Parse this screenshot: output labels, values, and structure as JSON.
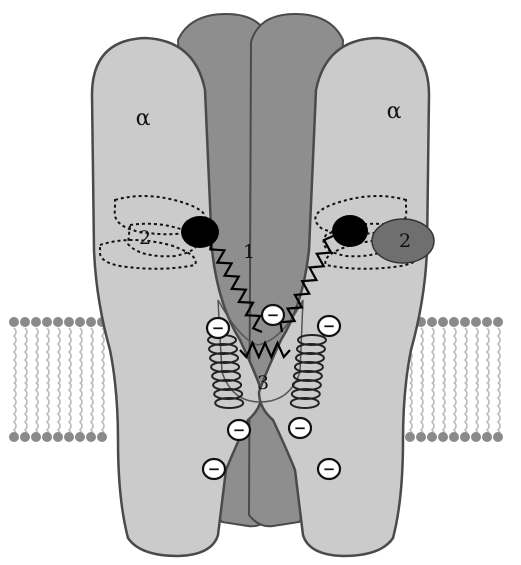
{
  "labels": {
    "alpha_left": "α",
    "alpha_right": "α",
    "site_1": "1",
    "site_2_left": "2",
    "site_2_right": "2",
    "site_3": "3"
  },
  "charge_symbol": "−",
  "colors": {
    "alpha_subunit": "#cbcbcb",
    "beta_subunit": "#8e8e8e",
    "outline": "#4a4a4a",
    "lipid_head": "#8a8a8a",
    "lipid_tail": "#bdbdbd",
    "ball": "#000000",
    "pocket_fill": "#6f6f6f",
    "background": "#ffffff"
  },
  "icons": {
    "negative_charge": "minus-circle-icon",
    "ball": "filled-circle-icon",
    "chain": "zigzag-chain-icon",
    "helix": "coil-helix-icon"
  }
}
